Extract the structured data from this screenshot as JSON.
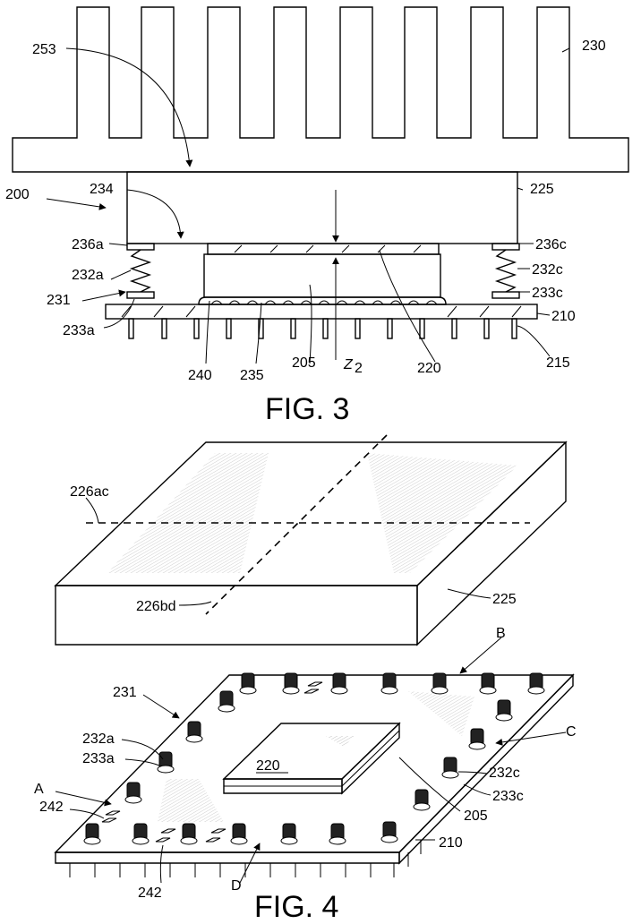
{
  "fig3": {
    "caption": "FIG. 3",
    "labels": {
      "l253": "253",
      "l230": "230",
      "l200": "200",
      "l234": "234",
      "l225": "225",
      "l236a": "236a",
      "l236c": "236c",
      "l232a": "232a",
      "l232c": "232c",
      "l231": "231",
      "l233c": "233c",
      "l233a": "233a",
      "l210": "210",
      "l240": "240",
      "l235": "235",
      "l205": "205",
      "lz2": "Z",
      "lz2sub": "2",
      "l220": "220",
      "l215": "215"
    }
  },
  "fig4": {
    "caption": "FIG. 4",
    "labels": {
      "l226ac": "226ac",
      "l226bd": "226bd",
      "l225": "225",
      "lB": "B",
      "l231": "231",
      "l232a": "232a",
      "l233a": "233a",
      "lC": "C",
      "l220": "220",
      "l232c": "232c",
      "lA": "A",
      "l233c": "233c",
      "l242a": "242",
      "l205": "205",
      "l210": "210",
      "l242b": "242",
      "lD": "D"
    }
  }
}
